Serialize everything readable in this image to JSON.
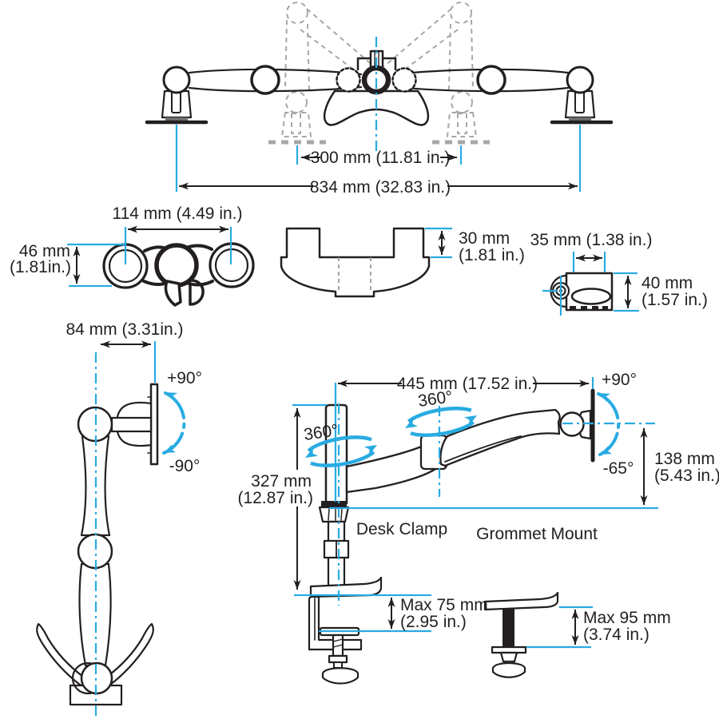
{
  "colors": {
    "accent_blue": "#29ABE2",
    "line_ink": "#231F20",
    "ghost_gray": "#A7A7A7"
  },
  "labels": {
    "top": {
      "dim300": "300 mm (11.81 in.)",
      "dim834": "834 mm (32.83 in.)"
    },
    "head_top": {
      "dim114": "114 mm (4.49 in.)",
      "dim46a": "46 mm",
      "dim46b": "(1.81in.)"
    },
    "bracket": {
      "dim30a": "30 mm",
      "dim30b": "(1.81 in.)"
    },
    "head_side": {
      "dim35": "35 mm (1.38 in.)",
      "dim40a": "40 mm",
      "dim40b": "(1.57 in.)"
    },
    "arm_top": {
      "dim84": "84 mm (3.31in.)",
      "rot_pos": "+90°",
      "rot_neg": "-90°"
    },
    "side": {
      "dim445": "445 mm (17.52 in.)",
      "rot360_upper": "360°",
      "rot360_lower": "360°",
      "tilt_pos": "+90°",
      "tilt_neg": "-65°",
      "dim138a": "138 mm",
      "dim138b": "(5.43 in.)",
      "dim327a": "327 mm",
      "dim327b": "(12.87 in.)",
      "desk_clamp": "Desk Clamp",
      "grommet_mount": "Grommet Mount",
      "max75a": "Max 75 mm",
      "max75b": "(2.95 in.)",
      "max95a": "Max 95 mm",
      "max95b": "(3.74 in.)"
    }
  }
}
